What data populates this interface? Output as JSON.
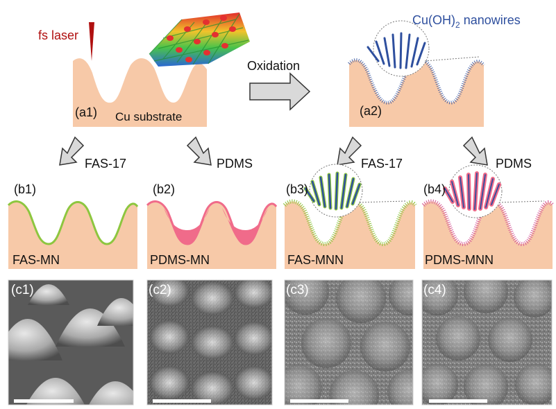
{
  "top": {
    "laser_label": "fs laser",
    "substrate_label": "Cu substrate",
    "a1_label": "(a1)",
    "a2_label": "(a2)",
    "oxidation_label": "Oxidation",
    "nanowires_label": "Cu(OH)",
    "nanowires_sub": "2",
    "nanowires_suffix": " nanowires"
  },
  "arrows": {
    "fas_label_left": "FAS-17",
    "pdms_label_left": "PDMS",
    "fas_label_right": "FAS-17",
    "pdms_label_right": "PDMS"
  },
  "panels_b": [
    {
      "tag": "(b1)",
      "name": "FAS-MN"
    },
    {
      "tag": "(b2)",
      "name": "PDMS-MN"
    },
    {
      "tag": "(b3)",
      "name": "FAS-MNN"
    },
    {
      "tag": "(b4)",
      "name": "PDMS-MNN"
    }
  ],
  "panels_c": [
    {
      "tag": "(c1)"
    },
    {
      "tag": "(c2)"
    },
    {
      "tag": "(c3)"
    },
    {
      "tag": "(c4)"
    }
  ],
  "colors": {
    "substrate": "#f7c9a8",
    "laser": "#b01010",
    "fas_coat": "#8dc63f",
    "pdms_coat": "#f06b8a",
    "nanowire": "#2e4f9e",
    "text_blue": "#2e4f9e",
    "arrow_fill": "#d9d9d9"
  },
  "icons": [
    "laser-beam-icon",
    "process-arrow-icon",
    "magnifier-circle-icon",
    "scale-bar-icon"
  ]
}
